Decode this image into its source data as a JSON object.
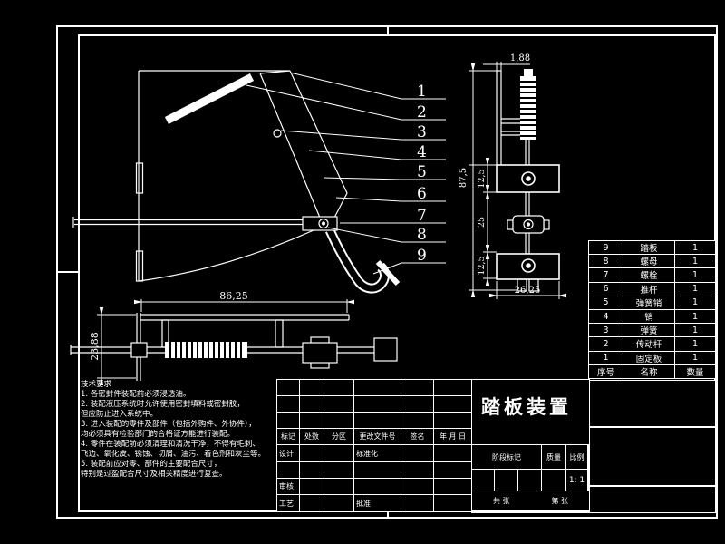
{
  "drawing": {
    "title": "踏板装置",
    "scale_value": "1: 1"
  },
  "callouts": [
    "1",
    "2",
    "3",
    "4",
    "5",
    "6",
    "7",
    "8",
    "9"
  ],
  "dimensions": {
    "side_pin_width": "1,88",
    "side_total_height": "87,5",
    "side_upper": "12,5",
    "side_middle": "25",
    "side_lower": "12,5",
    "side_base_width": "26,25",
    "bottom_length": "86,25",
    "bottom_height": "23,88"
  },
  "parts_table": {
    "headers": {
      "no": "序号",
      "name": "名称",
      "qty": "数量"
    },
    "rows": [
      {
        "no": "9",
        "name": "踏板",
        "qty": "1"
      },
      {
        "no": "8",
        "name": "螺母",
        "qty": "1"
      },
      {
        "no": "7",
        "name": "螺栓",
        "qty": "1"
      },
      {
        "no": "6",
        "name": "推杆",
        "qty": "1"
      },
      {
        "no": "5",
        "name": "弹簧销",
        "qty": "1"
      },
      {
        "no": "4",
        "name": "销",
        "qty": "1"
      },
      {
        "no": "3",
        "name": "弹簧",
        "qty": "1"
      },
      {
        "no": "2",
        "name": "传动杆",
        "qty": "1"
      },
      {
        "no": "1",
        "name": "固定板",
        "qty": "1"
      }
    ]
  },
  "tech_notes": {
    "heading": "技术要求",
    "lines": [
      "1. 各密封件装配前必须浸透油。",
      "2. 装配液压系统时允许使用密封填料或密封胶，",
      "但应防止进入系统中。",
      "3. 进入装配的零件及部件（包括外购件、外协件），",
      "均必须具有检验部门的合格证方能进行装配。",
      "4. 零件在装配前必须清理和清洗干净，不得有毛刺、",
      "飞边、氧化皮、锈蚀、切屑、油污、着色剂和灰尘等。",
      "5. 装配前应对零、部件的主要配合尺寸，",
      "特别是过盈配合尺寸及相关精度进行复查。"
    ]
  },
  "title_block": {
    "revision_headers": [
      "标记",
      "处数",
      "分区",
      "更改文件号",
      "签名",
      "年 月 日"
    ],
    "design": "设计",
    "standardize": "标准化",
    "review": "审核",
    "process": "工艺",
    "approve": "批准",
    "stage_mark": "阶段标记",
    "weight": "质量",
    "scale_label": "比例",
    "sheets_total": "共  张",
    "sheet_no": "第  张"
  }
}
